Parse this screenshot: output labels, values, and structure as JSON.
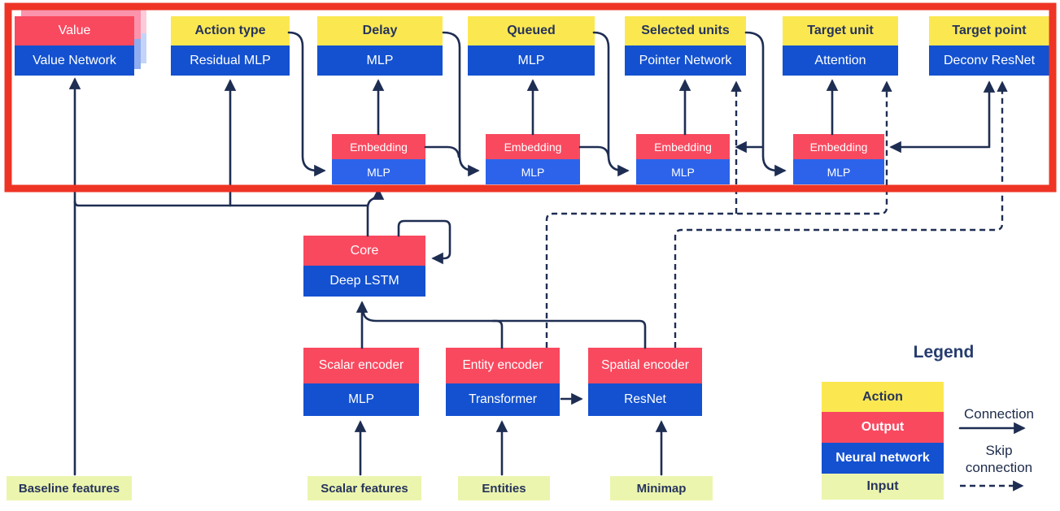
{
  "diagram": {
    "heads": [
      {
        "label": "Value",
        "sublabel": "Value Network"
      },
      {
        "label": "Action type",
        "sublabel": "Residual MLP"
      },
      {
        "label": "Delay",
        "sublabel": "MLP"
      },
      {
        "label": "Queued",
        "sublabel": "MLP"
      },
      {
        "label": "Selected units",
        "sublabel": "Pointer Network"
      },
      {
        "label": "Target unit",
        "sublabel": "Attention"
      },
      {
        "label": "Target point",
        "sublabel": "Deconv ResNet"
      }
    ],
    "embeddings": [
      {
        "label": "Embedding",
        "sublabel": "MLP"
      },
      {
        "label": "Embedding",
        "sublabel": "MLP"
      },
      {
        "label": "Embedding",
        "sublabel": "MLP"
      },
      {
        "label": "Embedding",
        "sublabel": "MLP"
      }
    ],
    "core": {
      "label": "Core",
      "sublabel": "Deep LSTM"
    },
    "encoders": [
      {
        "label": "Scalar encoder",
        "sublabel": "MLP"
      },
      {
        "label": "Entity encoder",
        "sublabel": "Transformer"
      },
      {
        "label": "Spatial encoder",
        "sublabel": "ResNet"
      }
    ],
    "inputs": [
      {
        "label": "Baseline features"
      },
      {
        "label": "Scalar features"
      },
      {
        "label": "Entities"
      },
      {
        "label": "Minimap"
      }
    ],
    "legend": {
      "title": "Legend",
      "rows": [
        {
          "label": "Action",
          "color_key": "action",
          "text": "light"
        },
        {
          "label": "Output",
          "color_key": "output",
          "text": "dark"
        },
        {
          "label": "Neural network",
          "color_key": "network",
          "text": "dark"
        },
        {
          "label": "Input",
          "color_key": "input",
          "text": "light"
        }
      ],
      "connection_label": "Connection",
      "skip_connection_label": "Skip connection"
    },
    "colors": {
      "action": "#FBE851",
      "output": "#F9495F",
      "network": "#1351D0",
      "network_bright": "#2D63EA",
      "input": "#ECF5AE",
      "wire": "#1E2D52",
      "highlight_frame": "#EE3424",
      "label_on_light": "#26345B",
      "label_on_dark": "#FFFFFF",
      "value_shadow1_top": "#FA93AB",
      "value_shadow1_bottom": "#8FADEF",
      "value_shadow2_top": "#FCCAD8",
      "value_shadow2_bottom": "#C4D4F8"
    }
  }
}
